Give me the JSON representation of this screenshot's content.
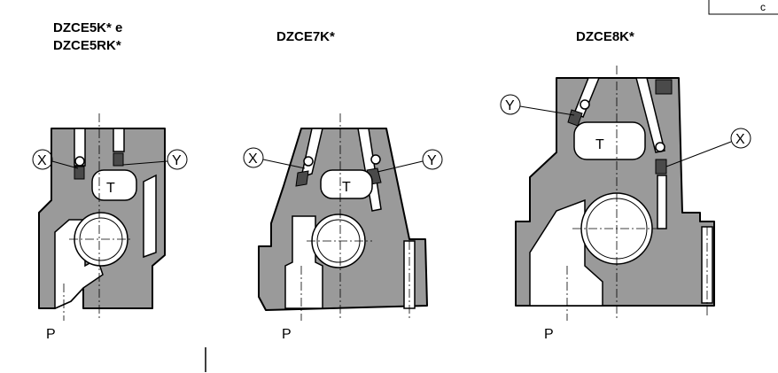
{
  "views": [
    {
      "title_line1": "DZCE5K* e",
      "title_line2": "DZCE5RK*",
      "port_x": "X",
      "port_y": "Y",
      "port_t": "T",
      "port_p": "P"
    },
    {
      "title_line1": "DZCE7K*",
      "port_x": "X",
      "port_y": "Y",
      "port_t": "T",
      "port_p": "P"
    },
    {
      "title_line1": "DZCE8K*",
      "port_x": "X",
      "port_y": "Y",
      "port_t": "T",
      "port_p": "P"
    }
  ],
  "corner_box_text": "c"
}
